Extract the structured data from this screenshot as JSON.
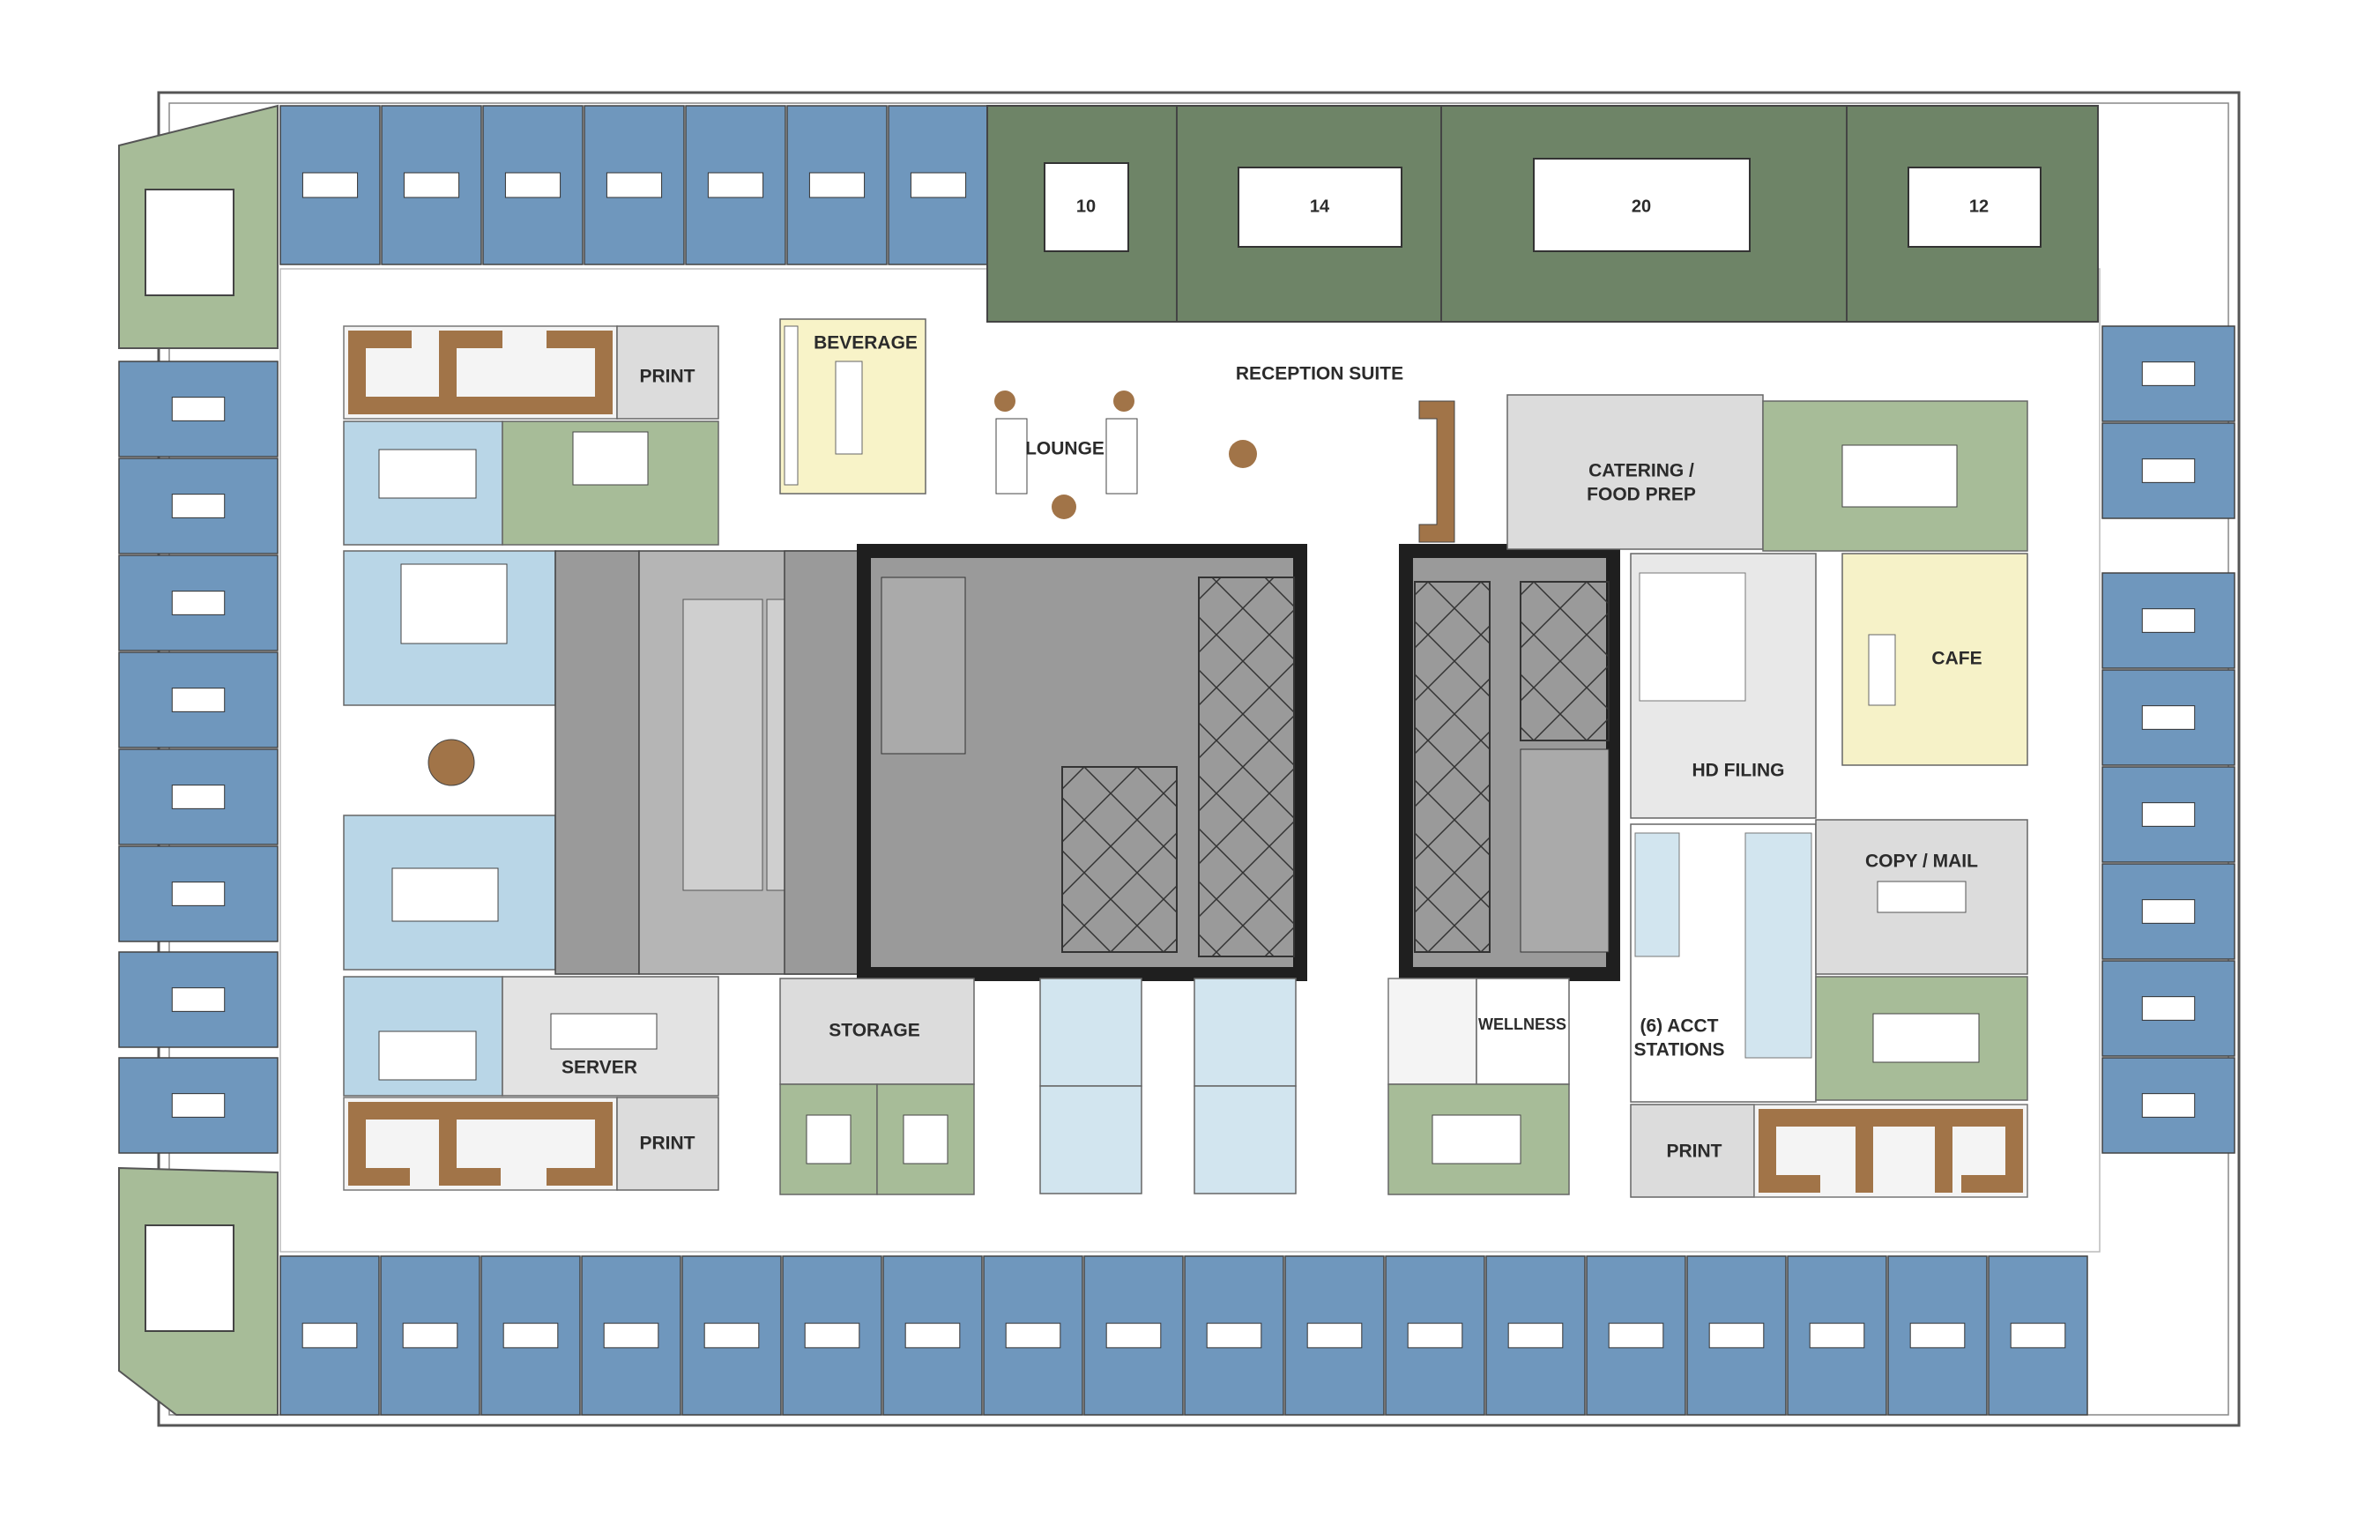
{
  "labels": {
    "beverage": "BEVERAGE",
    "reception_suite": "RECEPTION SUITE",
    "lounge": "LOUNGE",
    "print_top": "PRINT",
    "catering_line1": "CATERING /",
    "catering_line2": "FOOD PREP",
    "cafe": "CAFE",
    "hd_filing": "HD FILING",
    "copy_mail": "COPY / MAIL",
    "acct_line1": "(6) ACCT",
    "acct_line2": "STATIONS",
    "wellness": "WELLNESS",
    "server": "SERVER",
    "storage": "STORAGE",
    "print_bottom_left": "PRINT",
    "print_bottom_right": "PRINT"
  },
  "conference_rooms": [
    {
      "seats": "10"
    },
    {
      "seats": "14"
    },
    {
      "seats": "20"
    },
    {
      "seats": "12"
    }
  ],
  "colors": {
    "office_blue": "#6f97bd",
    "office_light_blue": "#b9d6e7",
    "meeting_green": "#a7bc98",
    "board_green": "#6e8467",
    "wood_brown": "#a17448",
    "core_gray": "#9a9a9a",
    "core_dark": "#1f1f1f",
    "service_gray": "#dcdcdc",
    "beverage_yellow": "#f8f3c8",
    "cafe_yellow": "#f6f2c8",
    "wall": "#555555"
  }
}
